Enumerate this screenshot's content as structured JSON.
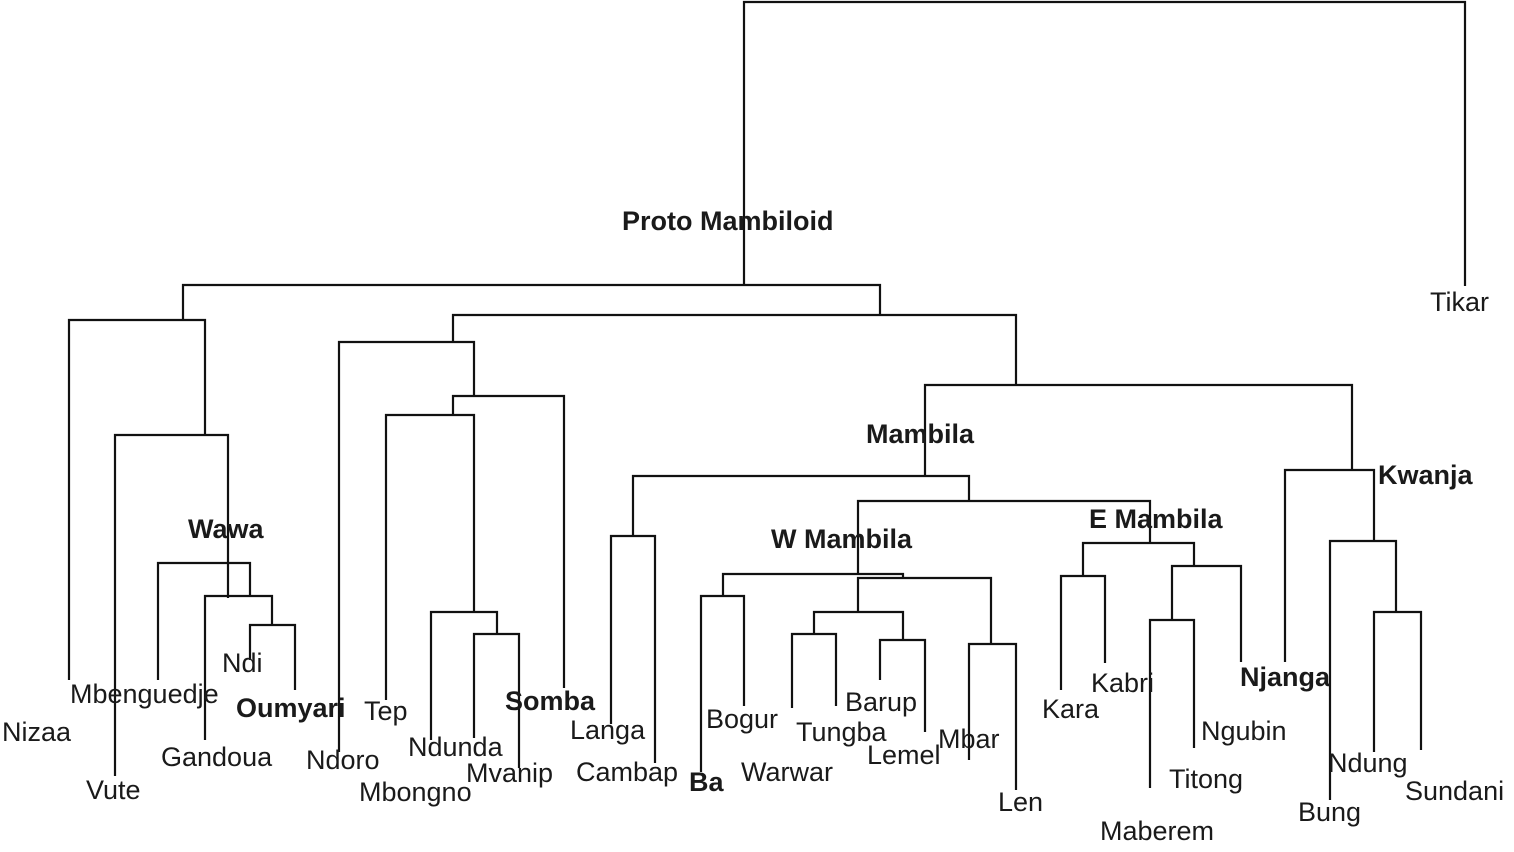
{
  "labels": {
    "proto_mambiloid": "Proto Mambiloid",
    "tikar": "Tikar",
    "mambila": "Mambila",
    "kwanja": "Kwanja",
    "wawa": "Wawa",
    "w_mambila": "W Mambila",
    "e_mambila": "E Mambila",
    "nizaa": "Nizaa",
    "vute": "Vute",
    "mbenguedje": "Mbenguedje",
    "gandoua": "Gandoua",
    "ndi": "Ndi",
    "oumyari": "Oumyari",
    "ndoro": "Ndoro",
    "tep": "Tep",
    "mbongno": "Mbongno",
    "ndunda": "Ndunda",
    "mvanip": "Mvanip",
    "somba": "Somba",
    "langa": "Langa",
    "cambap": "Cambap",
    "ba": "Ba",
    "bogur": "Bogur",
    "warwar": "Warwar",
    "tungba": "Tungba",
    "barup": "Barup",
    "lemel": "Lemel",
    "mbar": "Mbar",
    "len": "Len",
    "kara": "Kara",
    "kabri": "Kabri",
    "maberem": "Maberem",
    "titong": "Titong",
    "ngubin": "Ngubin",
    "njanga": "Njanga",
    "bung": "Bung",
    "ndung": "Ndung",
    "sundani": "Sundani"
  },
  "colors": {
    "line": "#111111",
    "text": "#1a1a1a",
    "background": "#ffffff"
  }
}
